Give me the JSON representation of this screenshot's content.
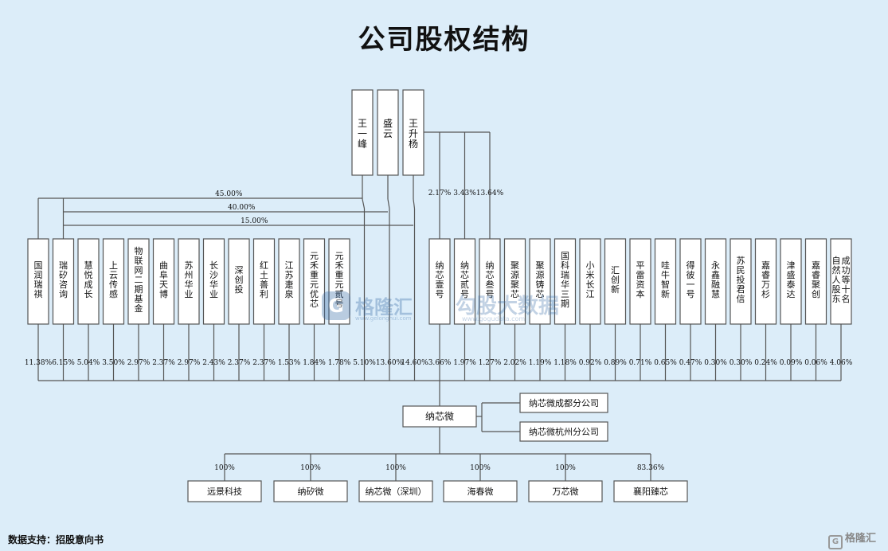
{
  "title": "公司股权结构",
  "footer": "数据支持：招股意向书",
  "watermarks": {
    "gelonghui_name": "格隆汇",
    "gelonghui_url": "www.gelonghui.com",
    "gogudata_name": "勾股大数据",
    "gogudata_url": "www.gogudata.com",
    "corner_logo": "格隆汇"
  },
  "colors": {
    "background": "#dcedf9",
    "line": "#555555",
    "box_fill": "#ffffff",
    "box_border": "#555555"
  },
  "founders": [
    "王一峰",
    "盛云",
    "王升杨"
  ],
  "founder_links": [
    {
      "pct": "45.00%",
      "target": "瑞矽咨询"
    },
    {
      "pct": "40.00%",
      "target": "瑞矽咨询"
    },
    {
      "pct": "15.00%",
      "target": "瑞矽咨询"
    },
    {
      "pct": "2.17%",
      "target": "纳芯壹号"
    },
    {
      "pct": "3.43%",
      "target": "纳芯贰号"
    },
    {
      "pct": "13.64%",
      "target": "纳芯叁号"
    }
  ],
  "shareholders": [
    {
      "name": "国润瑞祺",
      "pct": "11.38%"
    },
    {
      "name": "瑞矽咨询",
      "pct": "6.15%"
    },
    {
      "name": "慧悦成长",
      "pct": "5.04%"
    },
    {
      "name": "上云传感",
      "pct": "3.50%"
    },
    {
      "name": "物联网二期基金",
      "pct": "2.97%"
    },
    {
      "name": "曲阜天博",
      "pct": "2.37%"
    },
    {
      "name": "苏州华业",
      "pct": "2.97%"
    },
    {
      "name": "长沙华业",
      "pct": "2.43%"
    },
    {
      "name": "深创投",
      "pct": "2.37%"
    },
    {
      "name": "红土善利",
      "pct": "2.37%"
    },
    {
      "name": "江苏疌泉",
      "pct": "1.53%"
    },
    {
      "name": "元禾重元优芯",
      "pct": "1.84%"
    },
    {
      "name": "元禾重元贰号",
      "pct": "1.78%"
    },
    {
      "name": "",
      "pct": "5.10%"
    },
    {
      "name": "",
      "pct": "13.60%"
    },
    {
      "name": "",
      "pct": "14.60%"
    },
    {
      "name": "纳芯壹号",
      "pct": "3.66%"
    },
    {
      "name": "纳芯贰号",
      "pct": "1.97%"
    },
    {
      "name": "纳芯叁号",
      "pct": "1.27%"
    },
    {
      "name": "聚源聚芯",
      "pct": "2.02%"
    },
    {
      "name": "聚源铸芯",
      "pct": "1.19%"
    },
    {
      "name": "国科瑞华三期",
      "pct": "1.18%"
    },
    {
      "name": "小米长江",
      "pct": "0.92%"
    },
    {
      "name": "汇创新",
      "pct": "0.89%"
    },
    {
      "name": "平雷资本",
      "pct": "0.71%"
    },
    {
      "name": "哇牛智新",
      "pct": "0.65%"
    },
    {
      "name": "得彼一号",
      "pct": "0.47%"
    },
    {
      "name": "永鑫融慧",
      "pct": "0.30%"
    },
    {
      "name": "苏民投君信",
      "pct": "0.30%"
    },
    {
      "name": "嘉睿万杉",
      "pct": "0.24%"
    },
    {
      "name": "津盛泰达",
      "pct": "0.09%"
    },
    {
      "name": "嘉睿聚创",
      "pct": "0.06%"
    },
    {
      "name": "成功等十名自然人股东",
      "pct": "4.06%"
    }
  ],
  "company": "纳芯微",
  "branches": [
    "纳芯微成都分公司",
    "纳芯微杭州分公司"
  ],
  "subsidiaries": [
    {
      "name": "远景科技",
      "pct": "100%"
    },
    {
      "name": "纳矽微",
      "pct": "100%"
    },
    {
      "name": "纳芯微（深圳）",
      "pct": "100%"
    },
    {
      "name": "海春微",
      "pct": "100%"
    },
    {
      "name": "万芯微",
      "pct": "100%"
    },
    {
      "name": "襄阳臻芯",
      "pct": "83.36%"
    }
  ]
}
